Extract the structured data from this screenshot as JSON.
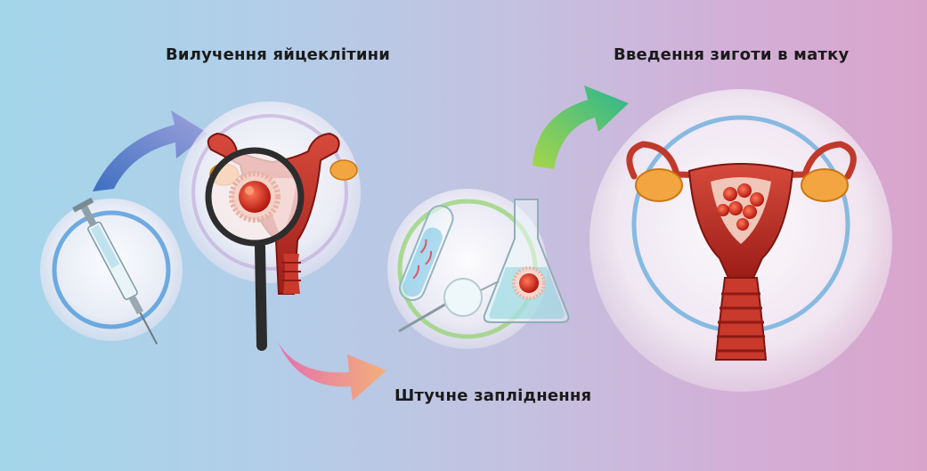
{
  "steps": [
    {
      "label": "Вилучення яйцеклітини",
      "icon": "magnifier-ovary-icon"
    },
    {
      "label": "Штучне запліднення",
      "icon": "lab-fertilization-icon"
    },
    {
      "label": "Введення зиготи в матку",
      "icon": "uterus-zygote-icon"
    }
  ],
  "colors": {
    "uterus": "#c0392b",
    "ovary": "#f2a540",
    "arrow_blue": "#4f7ec8",
    "arrow_pink": "#e27aa8",
    "arrow_green": "#3bbf6a"
  }
}
